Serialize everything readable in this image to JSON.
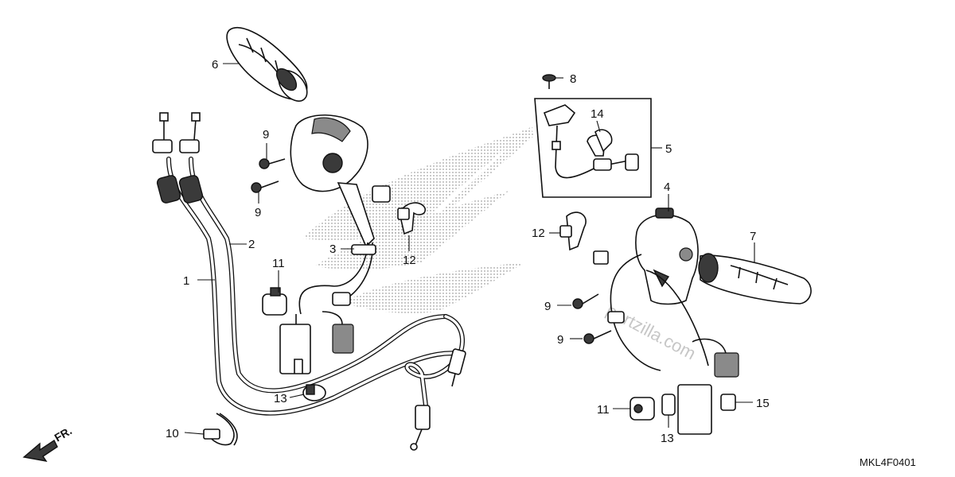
{
  "diagram": {
    "code": "MKL4F0401",
    "direction_label": "FR.",
    "watermark_text": "partzilla.com",
    "callouts": [
      {
        "id": "1",
        "label": "1"
      },
      {
        "id": "2",
        "label": "2"
      },
      {
        "id": "3",
        "label": "3"
      },
      {
        "id": "4",
        "label": "4"
      },
      {
        "id": "5",
        "label": "5"
      },
      {
        "id": "6",
        "label": "6"
      },
      {
        "id": "7",
        "label": "7"
      },
      {
        "id": "8",
        "label": "8"
      },
      {
        "id": "9a",
        "label": "9"
      },
      {
        "id": "9b",
        "label": "9"
      },
      {
        "id": "9c",
        "label": "9"
      },
      {
        "id": "9d",
        "label": "9"
      },
      {
        "id": "10",
        "label": "10"
      },
      {
        "id": "11a",
        "label": "11"
      },
      {
        "id": "11b",
        "label": "11"
      },
      {
        "id": "12a",
        "label": "12"
      },
      {
        "id": "12b",
        "label": "12"
      },
      {
        "id": "13a",
        "label": "13"
      },
      {
        "id": "13b",
        "label": "13"
      },
      {
        "id": "14",
        "label": "14"
      },
      {
        "id": "15",
        "label": "15"
      }
    ]
  }
}
